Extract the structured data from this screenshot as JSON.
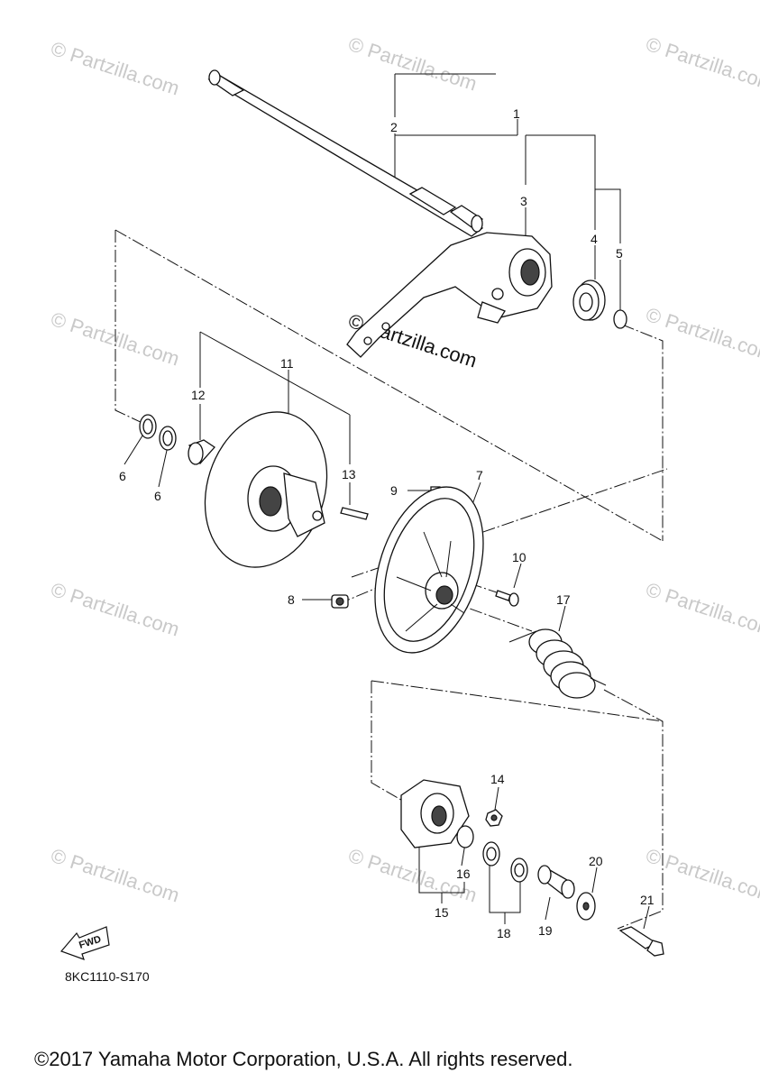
{
  "watermark": {
    "text": "© Partzilla.com",
    "prominent_text": "© Partzilla.com"
  },
  "callouts": [
    "1",
    "2",
    "3",
    "4",
    "5",
    "6",
    "6",
    "7",
    "8",
    "9",
    "10",
    "11",
    "12",
    "13",
    "14",
    "15",
    "16",
    "17",
    "18",
    "19",
    "20",
    "21"
  ],
  "fwd_arrow": {
    "label": "FWD"
  },
  "diagram_code": "8KC1110-S170",
  "copyright": "©2017 Yamaha Motor Corporation, U.S.A. All rights reserved."
}
